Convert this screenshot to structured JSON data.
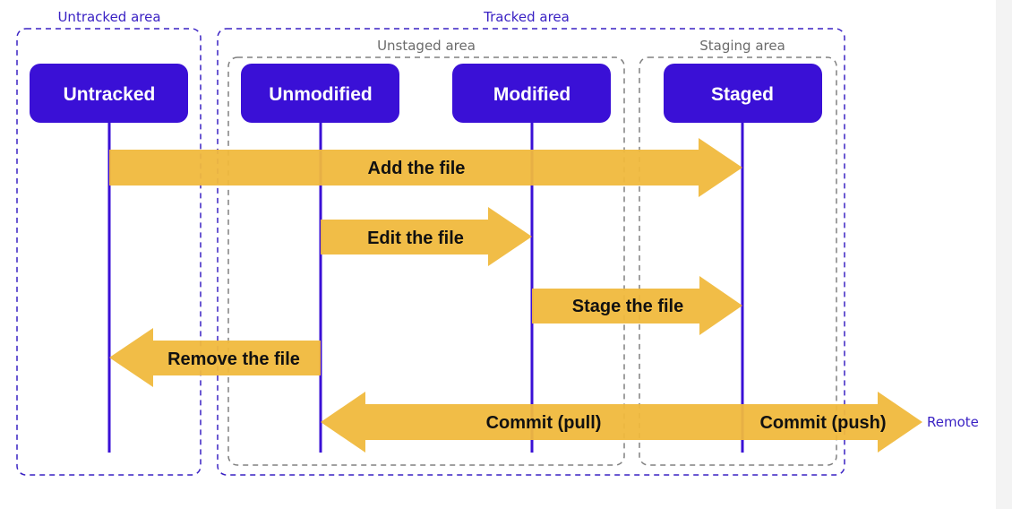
{
  "areas": {
    "untracked": "Untracked area",
    "tracked": "Tracked area",
    "unstaged": "Unstaged area",
    "staging": "Staging area"
  },
  "states": {
    "untracked": "Untracked",
    "unmodified": "Unmodified",
    "modified": "Modified",
    "staged": "Staged"
  },
  "actions": {
    "add": "Add the file",
    "edit": "Edit the file",
    "stage": "Stage the file",
    "remove": "Remove the file",
    "commit_pull": "Commit (pull)",
    "commit_push": "Commit (push)"
  },
  "remote": "Remote",
  "colors": {
    "state_fill": "#3a10d6",
    "lifeline": "#3a10d6",
    "arrow_fill": "#f0b93d",
    "outer_border": "#3a22c4",
    "inner_border": "#808080"
  }
}
